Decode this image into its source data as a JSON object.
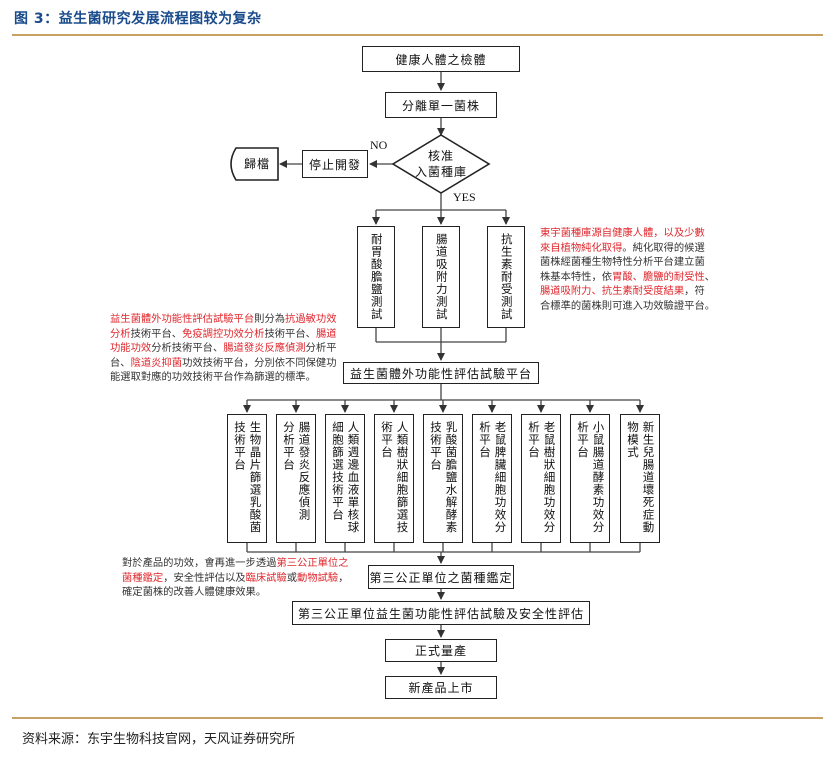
{
  "figure": {
    "title": "图 3：益生菌研究发展流程图较为复杂",
    "source": "资料来源：东宇生物科技官网，天风证券研究所"
  },
  "flow": {
    "health_check": "健康人體之檢體",
    "isolate": "分離單一菌株",
    "decision": [
      "核准",
      "入菌種庫"
    ],
    "no_label": "NO",
    "yes_label": "YES",
    "stop_dev": "停止開發",
    "archive": "歸檔",
    "tests": [
      {
        "cols": [
          "耐胃酸膽鹽測試"
        ]
      },
      {
        "cols": [
          "腸道吸附力測試"
        ]
      },
      {
        "cols": [
          "抗生素耐受測試"
        ]
      }
    ],
    "platform": "益生菌體外功能性評估試驗平台",
    "analyses": [
      {
        "cols": [
          "生物晶片篩選乳酸菌",
          "技術平台"
        ]
      },
      {
        "cols": [
          "腸道發炎反應偵測",
          "分析平台"
        ]
      },
      {
        "cols": [
          "人類週邊血液單核球",
          "細胞篩選技術平台"
        ]
      },
      {
        "cols": [
          "人類樹狀細胞篩選技",
          "術平台"
        ]
      },
      {
        "cols": [
          "乳酸菌膽鹽水解酵素",
          "技術平台"
        ]
      },
      {
        "cols": [
          "老鼠脾臟細胞功效分",
          "析平台"
        ]
      },
      {
        "cols": [
          "老鼠樹狀細胞功效分",
          "析平台"
        ]
      },
      {
        "cols": [
          "小鼠腸道酵素功效分",
          "析平台"
        ]
      },
      {
        "cols": [
          "新生兒腸道壞死症動",
          "物模式"
        ]
      }
    ],
    "third_party_id": "第三公正單位之菌種鑑定",
    "third_party_eval": "第三公正單位益生菌功能性評估試驗及安全性評估",
    "mass_production": "正式量產",
    "launch": "新產品上市"
  },
  "notes": {
    "left": [
      [
        {
          "t": "益生菌體外功能性評估試驗平台",
          "hl": true
        },
        {
          "t": "則分為",
          "hl": false
        },
        {
          "t": "抗過敏功效",
          "hl": true
        }
      ],
      [
        {
          "t": "分析",
          "hl": true
        },
        {
          "t": "技術平台、",
          "hl": false
        },
        {
          "t": "免疫調控功效分析",
          "hl": true
        },
        {
          "t": "技術平台、",
          "hl": false
        },
        {
          "t": "腸道",
          "hl": true
        }
      ],
      [
        {
          "t": "功能功效",
          "hl": true
        },
        {
          "t": "分析技術平台、",
          "hl": false
        },
        {
          "t": "腸道發炎反應偵測",
          "hl": true
        },
        {
          "t": "分析平",
          "hl": false
        }
      ],
      [
        {
          "t": "台、",
          "hl": false
        },
        {
          "t": "陰道炎抑菌",
          "hl": true
        },
        {
          "t": "功效技術平台，分別依不同保健功",
          "hl": false
        }
      ],
      [
        {
          "t": "能選取對應的功效技術平台作為篩選的標準。",
          "hl": false
        }
      ]
    ],
    "right": [
      [
        {
          "t": "東宇菌種庫源自健康人體，以及少數",
          "hl": true
        }
      ],
      [
        {
          "t": "來自植物純化取得",
          "hl": true
        },
        {
          "t": "。純化取得的候選",
          "hl": false
        }
      ],
      [
        {
          "t": "菌株經菌種生物特性分析平台建立菌",
          "hl": false
        }
      ],
      [
        {
          "t": "株基本特性，依",
          "hl": false
        },
        {
          "t": "胃酸、膽鹽的耐受性",
          "hl": true
        },
        {
          "t": "、",
          "hl": false
        }
      ],
      [
        {
          "t": "腸道吸附力、抗生素耐受度結果",
          "hl": true
        },
        {
          "t": "，符",
          "hl": false
        }
      ],
      [
        {
          "t": "合標準的菌株則可進入功效驗證平台。",
          "hl": false
        }
      ]
    ],
    "bottom": [
      [
        {
          "t": "對於產品的功效，會再進一步透過",
          "hl": false
        },
        {
          "t": "第三公正單位之",
          "hl": true
        }
      ],
      [
        {
          "t": "菌種鑑定",
          "hl": true
        },
        {
          "t": "，安全性評估以及",
          "hl": false
        },
        {
          "t": "臨床試驗",
          "hl": true
        },
        {
          "t": "或",
          "hl": false
        },
        {
          "t": "動物試驗",
          "hl": true
        },
        {
          "t": "，",
          "hl": false
        }
      ],
      [
        {
          "t": "確定菌株的改善人體健康效果。",
          "hl": false
        }
      ]
    ]
  },
  "colors": {
    "accent_rule": "#c8a165",
    "title_blue": "#1a4b8c",
    "highlight_red": "#e0282e"
  }
}
